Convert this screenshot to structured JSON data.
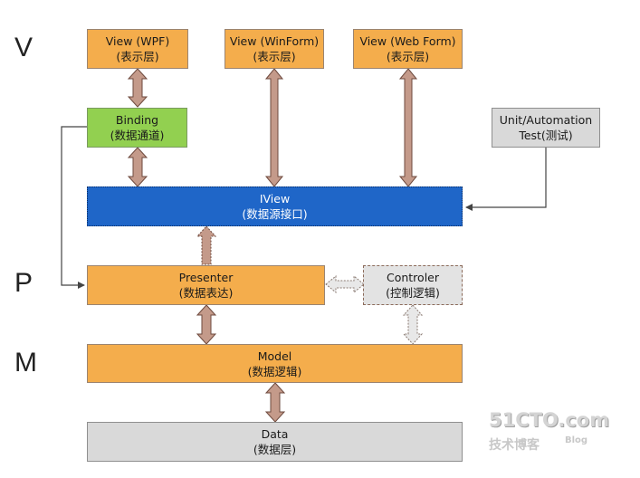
{
  "layers": {
    "v": "V",
    "p": "P",
    "m": "M"
  },
  "boxes": {
    "view_wpf": {
      "line1": "View (WPF)",
      "line2": "(表示层)"
    },
    "view_winform": {
      "line1": "View (WinForm)",
      "line2": "(表示层)"
    },
    "view_webform": {
      "line1": "View (Web Form)",
      "line2": "(表示层)"
    },
    "binding": {
      "line1": "Binding",
      "line2": "(数据通道)"
    },
    "unit_test": {
      "line1": "Unit/Automation",
      "line2": "Test(测试)"
    },
    "iview": {
      "line1": "IView",
      "line2": "(数据源接口)"
    },
    "presenter": {
      "line1": "Presenter",
      "line2": "(数据表达)"
    },
    "controler": {
      "line1": "Controler",
      "line2": "(控制逻辑)"
    },
    "model": {
      "line1": "Model",
      "line2": "(数据逻辑)"
    },
    "data": {
      "line1": "Data",
      "line2": "(数据层)"
    }
  },
  "colors": {
    "view": "#f4ad4c",
    "binding": "#92d050",
    "iview": "#1f66c8",
    "neutral": "#d9d9d9",
    "arrow_fill": "#c49a8a",
    "arrow_stroke": "#6e4a3e"
  },
  "watermark": {
    "logo": "51CTO.com",
    "caption": "技术博客",
    "tag": "Blog"
  }
}
